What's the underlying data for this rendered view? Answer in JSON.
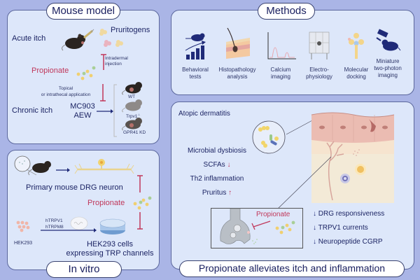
{
  "mouse_model": {
    "title": "Mouse model",
    "acute_itch": "Acute itch",
    "pruritogens": "Pruritogens",
    "intradermal_injection": [
      "Intradermal",
      "injection"
    ],
    "propionate": "Propionate",
    "topical_application": [
      "Topical",
      "or intrathecal application"
    ],
    "chronic_itch": "Chronic itch",
    "model_agents": [
      "MC903",
      "AEW"
    ],
    "genotypes": [
      {
        "label": "WT",
        "sup": ""
      },
      {
        "label": "Trpv1",
        "sup": "-/-"
      },
      {
        "label": "GPR41 KD",
        "sup": ""
      }
    ]
  },
  "methods": {
    "title": "Methods",
    "items": [
      {
        "icon": "behavior-chart-icon",
        "label": [
          "Behavioral",
          "tests"
        ]
      },
      {
        "icon": "skin-section-icon",
        "label": [
          "Histopathology",
          "analysis"
        ]
      },
      {
        "icon": "calcium-trace-icon",
        "label": [
          "Calcium",
          "imaging"
        ]
      },
      {
        "icon": "patch-rig-icon",
        "label": [
          "Electro-",
          "physiology"
        ]
      },
      {
        "icon": "molecule-icon",
        "label": [
          "Molecular",
          "docking"
        ]
      },
      {
        "icon": "microscope-mouse-icon",
        "label": [
          "Miniature",
          "two-photon",
          "imaging"
        ]
      }
    ]
  },
  "in_vitro": {
    "title": "In vitro",
    "drg_label": "Primary mouse DRG neuron",
    "propionate": "Propionate",
    "hek_label": "HEK293",
    "constructs": [
      "hTRPV1",
      "hTRPM8"
    ],
    "hek_result": [
      "HEK293 cells",
      "expressing TRP channels"
    ]
  },
  "mechanism": {
    "title": "Propionate alleviates itch and inflammation",
    "disease": "Atopic dermatitis",
    "features": [
      {
        "label": "Microbial dysbiosis",
        "arrow": ""
      },
      {
        "label": "SCFAs",
        "arrow": "down"
      },
      {
        "label": "Th2 inflammation",
        "arrow": ""
      },
      {
        "label": "Pruritus",
        "arrow": "up"
      }
    ],
    "inset_propionate": "Propionate",
    "effects": [
      "DRG responsiveness",
      "TRPV1 currents",
      "Neuropeptide CGRP"
    ]
  },
  "colors": {
    "background": "#aab5e6",
    "panel": "#dde7fa",
    "text": "#1b2363",
    "accent_red": "#c0375a",
    "arrow_navy": "#1f2a78"
  }
}
